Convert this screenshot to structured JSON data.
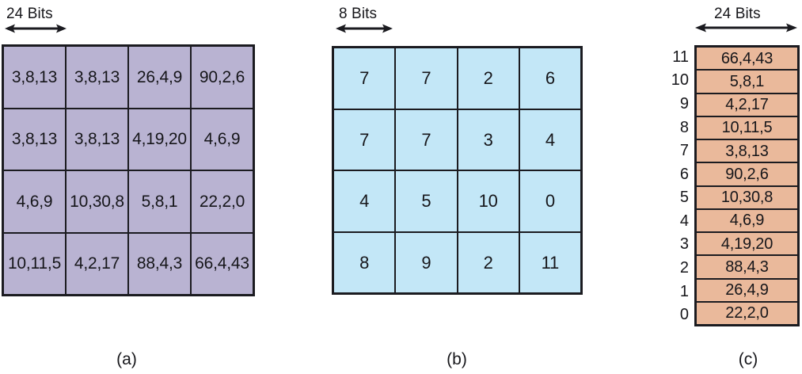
{
  "figure": {
    "caption_a": "(a)",
    "caption_b": "(b)",
    "caption_c": "(c)"
  },
  "panel_a": {
    "bits_label": "24 Bits",
    "arrow_icon": "double-arrow-horizontal-icon",
    "rows": [
      [
        "3,8,13",
        "3,8,13",
        "26,4,9",
        "90,2,6"
      ],
      [
        "3,8,13",
        "3,8,13",
        "4,19,20",
        "4,6,9"
      ],
      [
        "4,6,9",
        "10,30,8",
        "5,8,1",
        "22,2,0"
      ],
      [
        "10,11,5",
        "4,2,17",
        "88,4,3",
        "66,4,43"
      ]
    ],
    "fill_color": "#b9b3d2",
    "border_color": "#1b1b20"
  },
  "panel_b": {
    "bits_label": "8 Bits",
    "arrow_icon": "double-arrow-horizontal-icon",
    "rows": [
      [
        "7",
        "7",
        "2",
        "6"
      ],
      [
        "7",
        "7",
        "3",
        "4"
      ],
      [
        "4",
        "5",
        "10",
        "0"
      ],
      [
        "8",
        "9",
        "2",
        "11"
      ]
    ],
    "fill_color": "#c3e7f7",
    "border_color": "#1b1b20"
  },
  "panel_c": {
    "bits_label": "24 Bits",
    "arrow_icon": "double-arrow-horizontal-icon",
    "fill_color": "#eab99b",
    "border_color": "#1b1b20",
    "rows": [
      {
        "index": "11",
        "value": "66,4,43"
      },
      {
        "index": "10",
        "value": "5,8,1"
      },
      {
        "index": "9",
        "value": "4,2,17"
      },
      {
        "index": "8",
        "value": "10,11,5"
      },
      {
        "index": "7",
        "value": "3,8,13"
      },
      {
        "index": "6",
        "value": "90,2,6"
      },
      {
        "index": "5",
        "value": "10,30,8"
      },
      {
        "index": "4",
        "value": "4,6,9"
      },
      {
        "index": "3",
        "value": "4,19,20"
      },
      {
        "index": "2",
        "value": "88,4,3"
      },
      {
        "index": "1",
        "value": "26,4,9"
      },
      {
        "index": "0",
        "value": "22,2,0"
      }
    ]
  }
}
